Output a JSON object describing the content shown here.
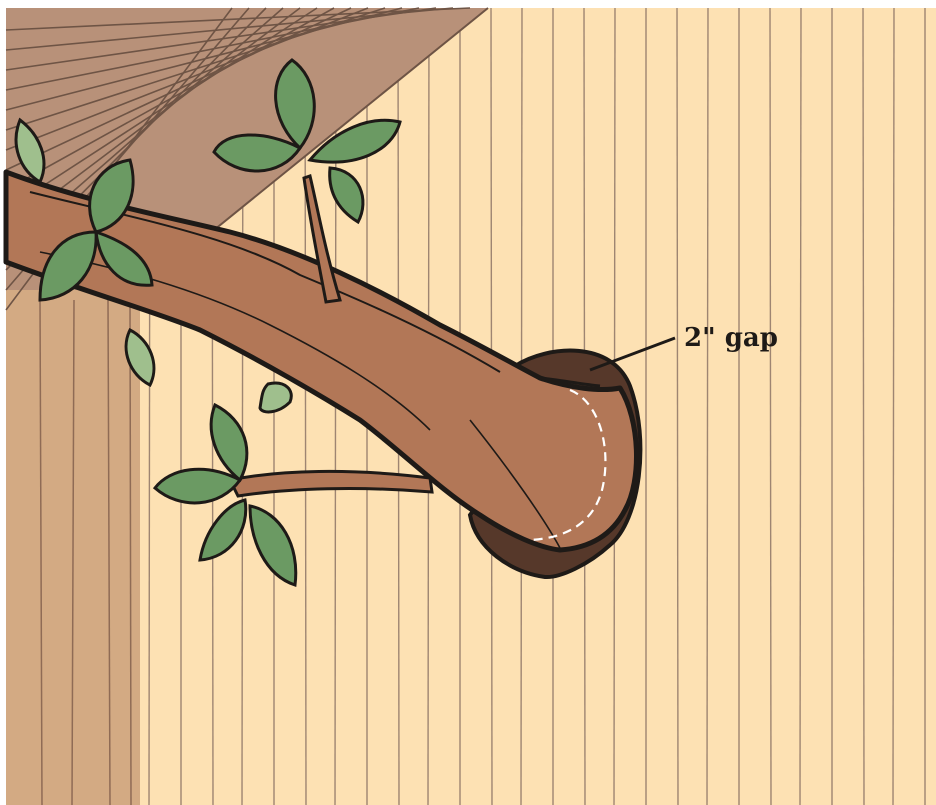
{
  "callout": {
    "label": "2\" gap"
  },
  "colors": {
    "wall": "#fde1b3",
    "wall_corner": "#d3aa83",
    "roof": "#b89179",
    "branch": "#b27757",
    "hole": "#56382a",
    "leaf": "#6b9a63",
    "leaf_light": "#9fbf8d",
    "outline": "#1e1a17"
  },
  "icons": {
    "wall_siding": "vertical-siding-lines",
    "roof": "roof-eave-planks",
    "branch": "tree-limb-through-wall",
    "hole": "wall-cutout-hole",
    "leaves": "leaf-clusters"
  }
}
